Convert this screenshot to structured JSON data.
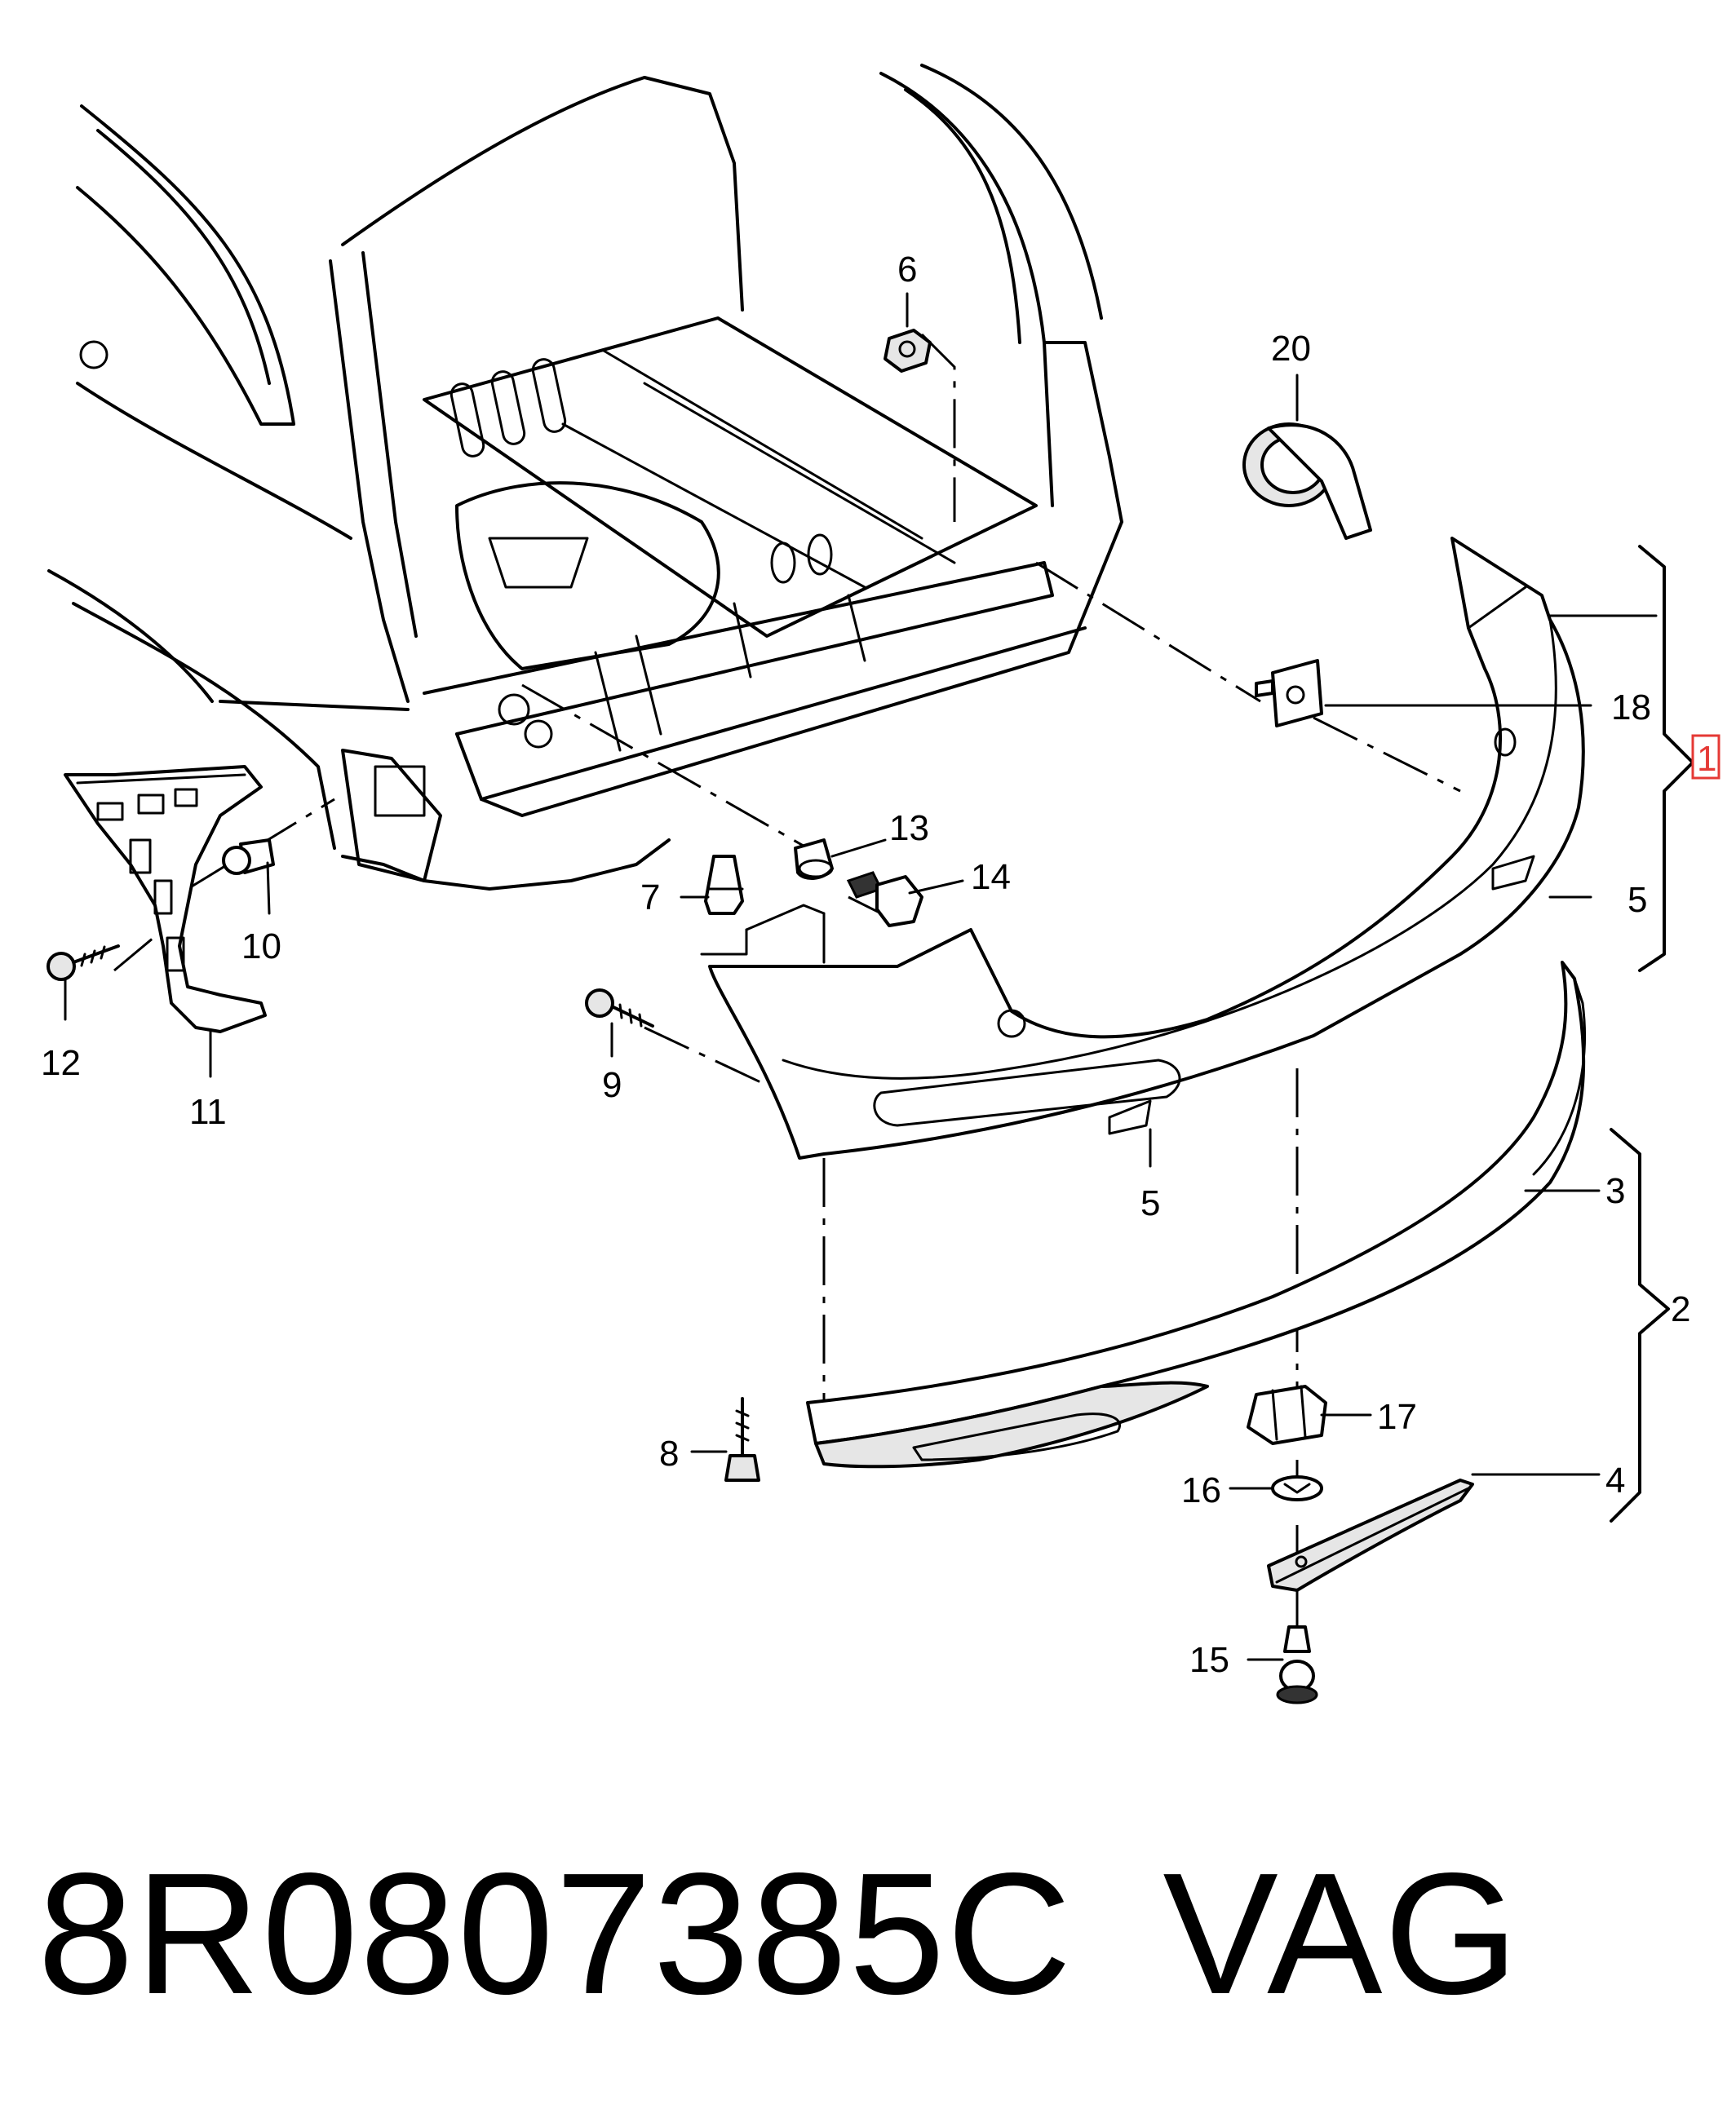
{
  "callouts": [
    {
      "id": "c1",
      "label": "1",
      "highlight": "#e53935"
    },
    {
      "id": "c2",
      "label": "2"
    },
    {
      "id": "c3",
      "label": "3"
    },
    {
      "id": "c4",
      "label": "4"
    },
    {
      "id": "c5a",
      "label": "5"
    },
    {
      "id": "c5b",
      "label": "5"
    },
    {
      "id": "c6",
      "label": "6"
    },
    {
      "id": "c7",
      "label": "7"
    },
    {
      "id": "c8",
      "label": "8"
    },
    {
      "id": "c9",
      "label": "9"
    },
    {
      "id": "c10",
      "label": "10"
    },
    {
      "id": "c11",
      "label": "11"
    },
    {
      "id": "c12",
      "label": "12"
    },
    {
      "id": "c13",
      "label": "13"
    },
    {
      "id": "c14",
      "label": "14"
    },
    {
      "id": "c15",
      "label": "15"
    },
    {
      "id": "c16",
      "label": "16"
    },
    {
      "id": "c17",
      "label": "17"
    },
    {
      "id": "c18",
      "label": "18"
    },
    {
      "id": "c20",
      "label": "20"
    }
  ],
  "caption": {
    "part_number": "8R0807385C",
    "brand": "VAG"
  }
}
